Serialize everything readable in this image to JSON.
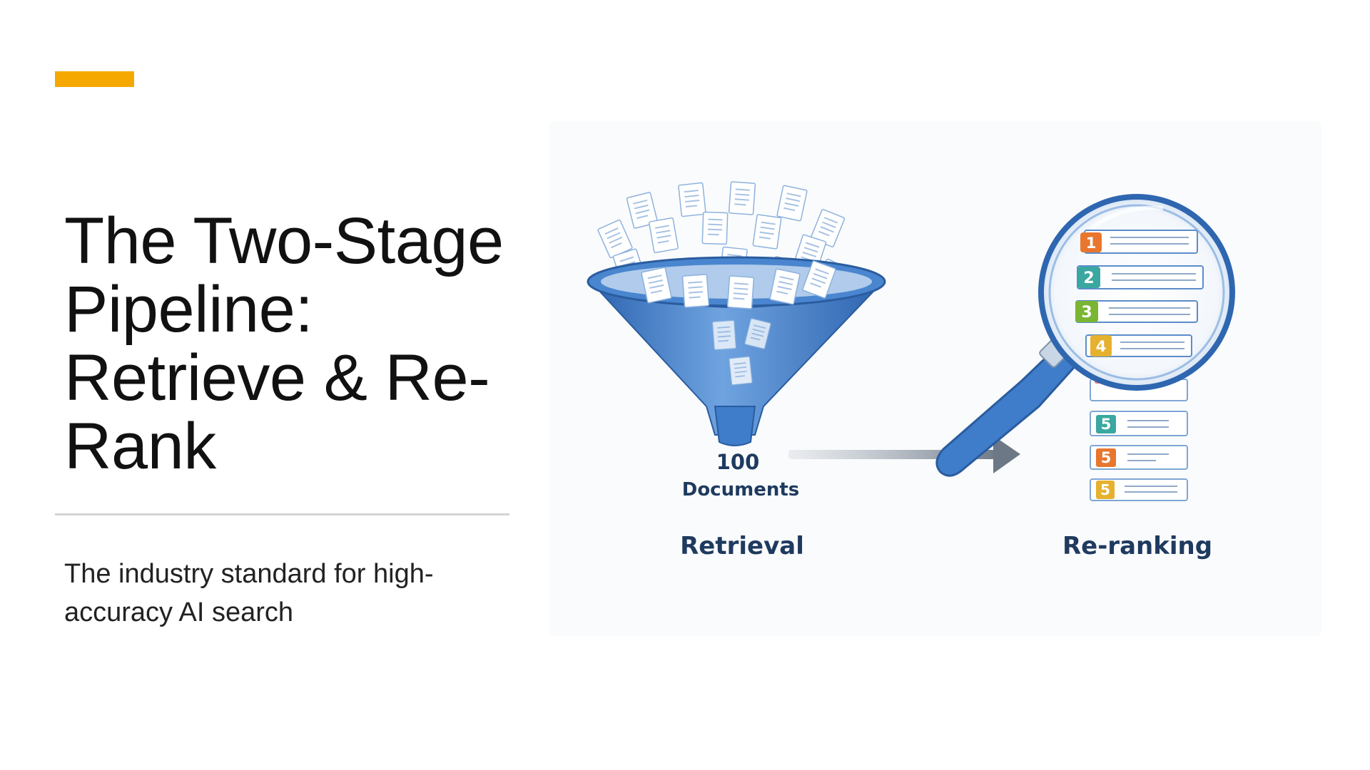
{
  "slide": {
    "title": "The Two-Stage Pipeline: Retrieve & Re-Rank",
    "subtitle": "The industry standard for high-accuracy AI search"
  },
  "illustration": {
    "document_count": "100",
    "document_count_label": "Documents",
    "stage_left_label": "Retrieval",
    "stage_right_label": "Re-ranking",
    "rank_badges": [
      "1",
      "2",
      "3",
      "4",
      "5",
      "5",
      "5",
      "5"
    ],
    "icons": [
      "funnel-icon",
      "document-icon",
      "arrow-right-icon",
      "magnifier-icon"
    ]
  },
  "colors": {
    "accent": "#F5A800",
    "divider": "#D4D4D4",
    "funnel_blue": "#3F7CC9",
    "label_navy": "#1F3A5F",
    "panel_bg": "#FAFBFC",
    "badge_orange": "#E8762D",
    "badge_teal": "#3AA8A0",
    "badge_green": "#7BB534",
    "badge_yellow": "#E5B12E",
    "badge_red": "#E07A7A"
  }
}
